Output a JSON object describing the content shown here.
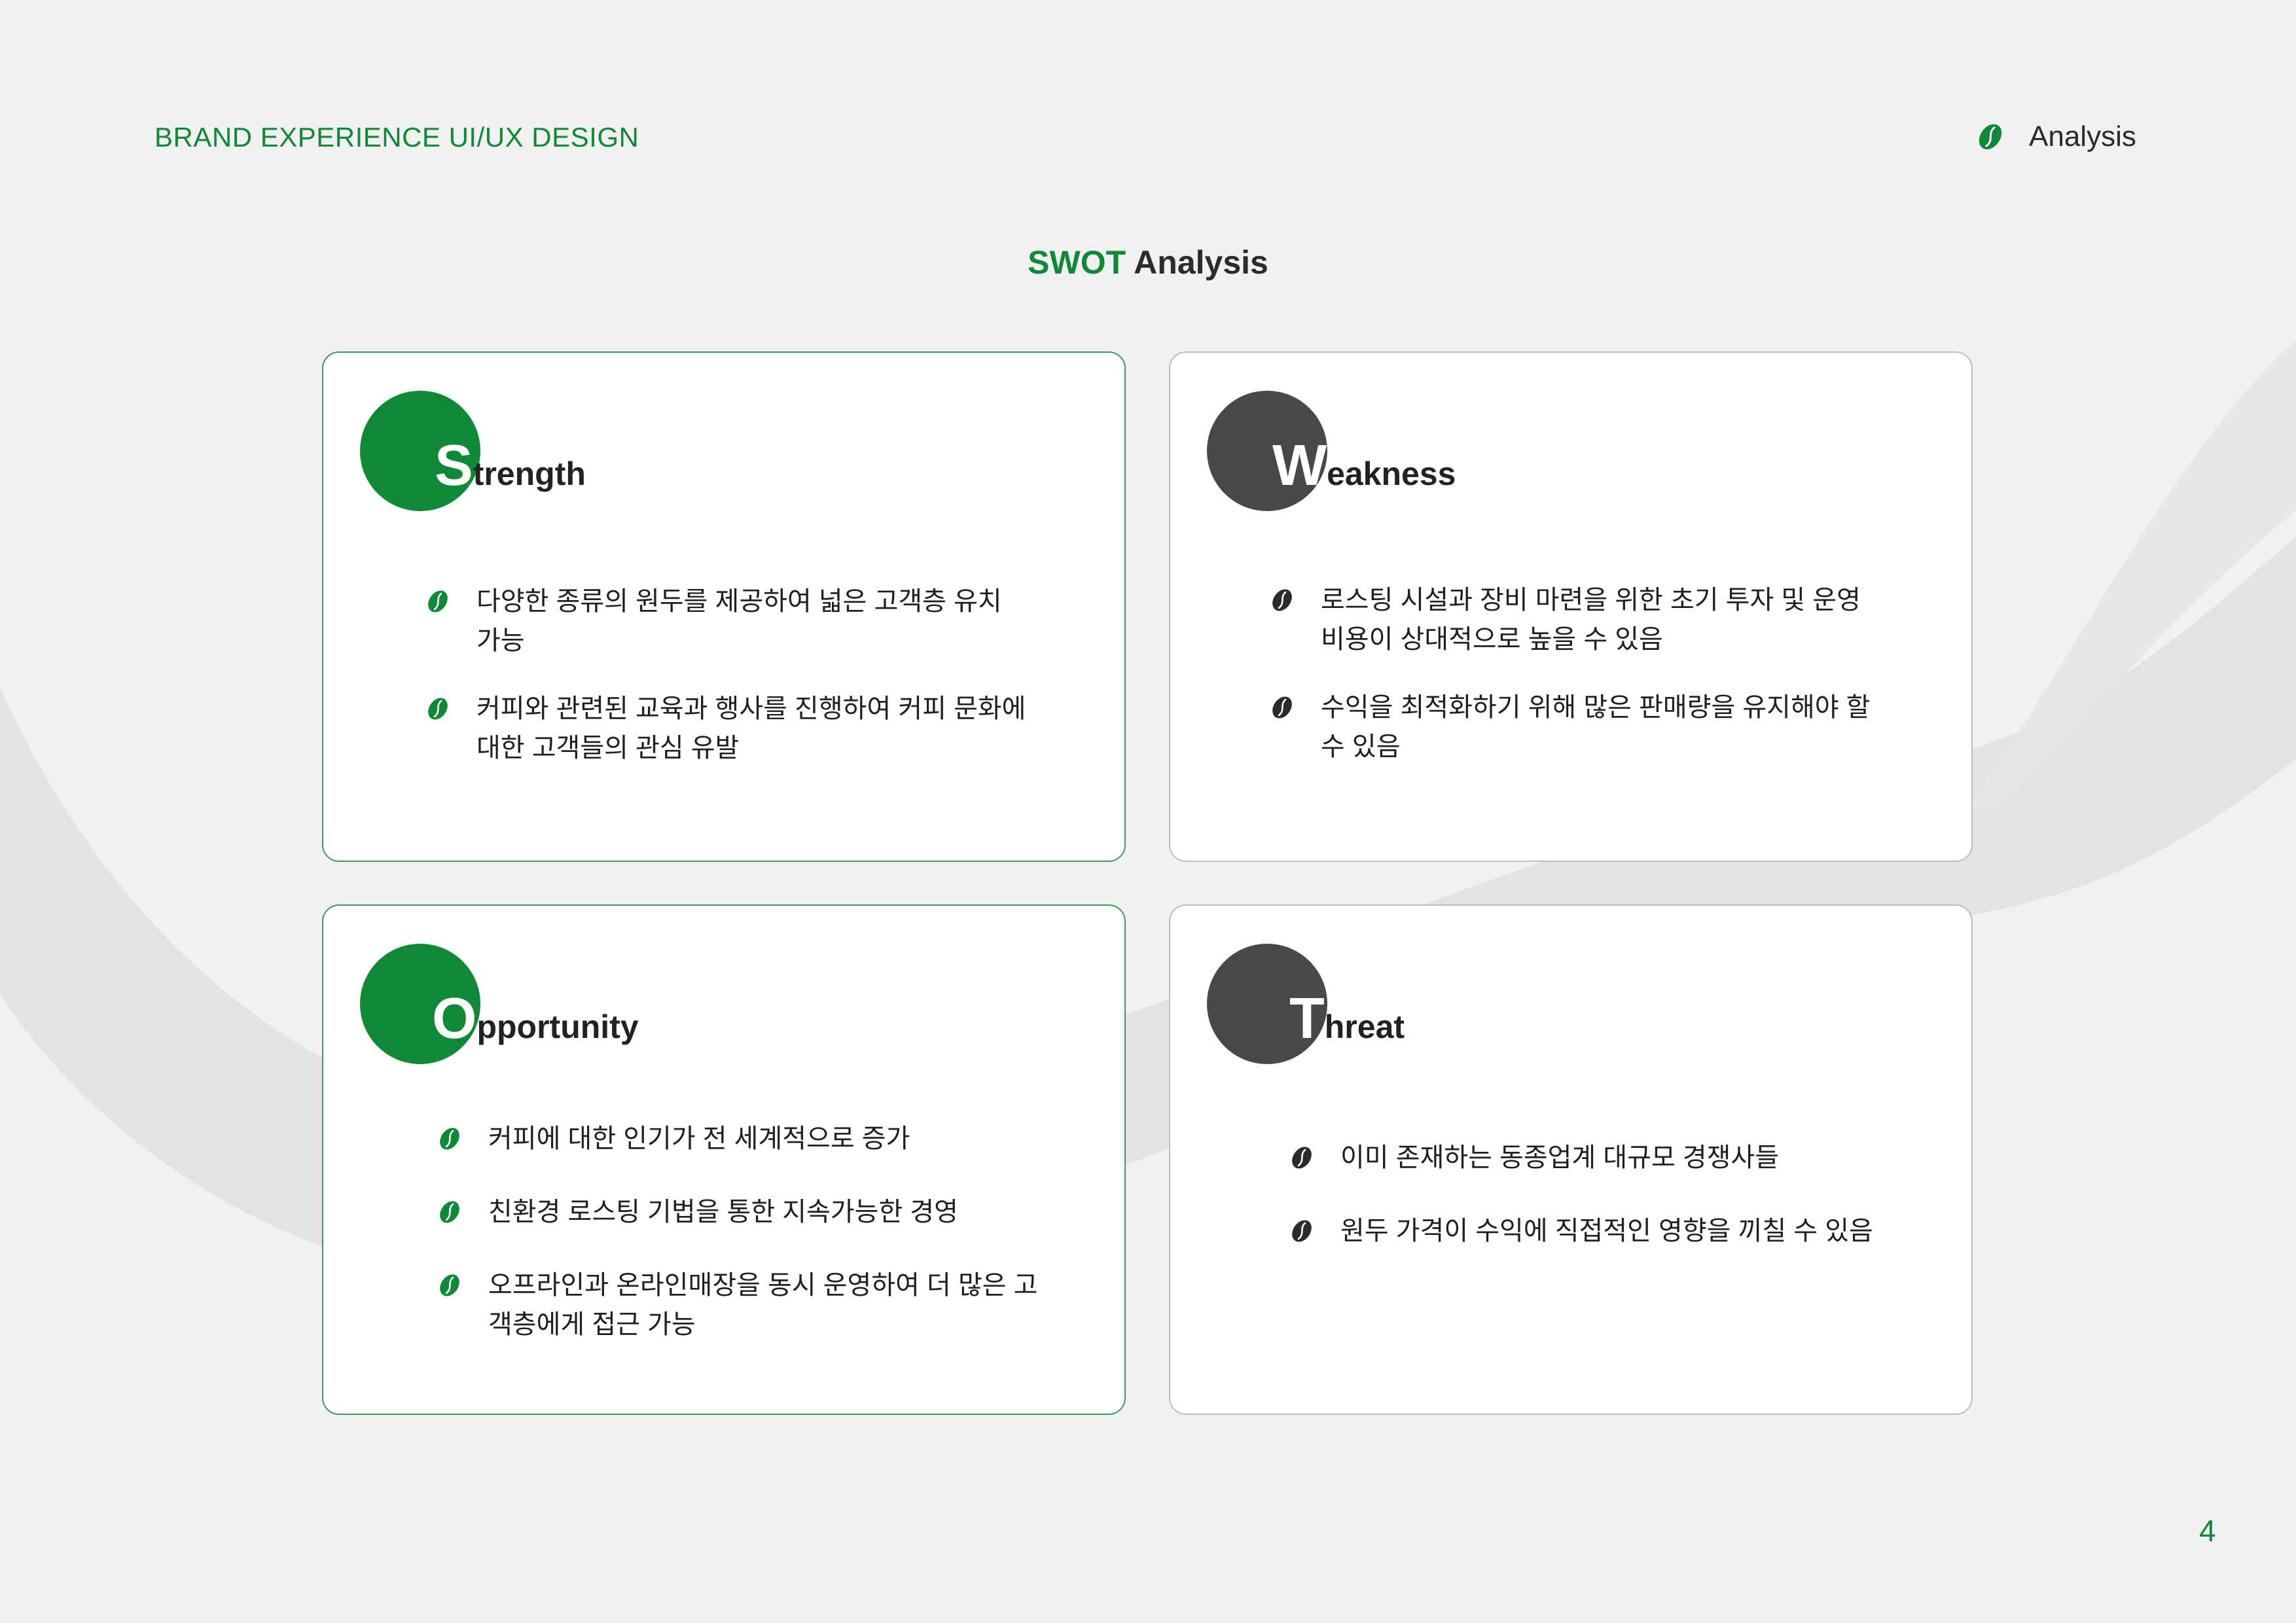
{
  "header": {
    "brand_title": "BRAND EXPERIENCE UI/UX DESIGN",
    "section_label": "Analysis",
    "section_icon": "coffee-bean-icon"
  },
  "heading": {
    "accent": "SWOT",
    "rest": " Analysis"
  },
  "colors": {
    "accent_green": "#0e8a37",
    "dark_badge": "#48474a"
  },
  "cards": {
    "strength": {
      "letter": "S",
      "title_rest": "trength",
      "bullets": [
        "다양한 종류의 원두를 제공하여 넓은 고객층 유치 가능",
        "커피와 관련된 교육과 행사를 진행하여 커피 문화에 대한 고객들의 관심 유발"
      ]
    },
    "weakness": {
      "letter": "W",
      "title_rest": "eakness",
      "bullets": [
        "로스팅 시설과 장비 마련을 위한 초기 투자 및 운영 비용이 상대적으로 높을 수 있음",
        "수익을 최적화하기 위해 많은 판매량을 유지해야 할 수 있음"
      ]
    },
    "opportunity": {
      "letter": "O",
      "title_rest": "pportunity",
      "bullets": [
        "커피에 대한 인기가 전 세계적으로 증가",
        "친환경 로스팅 기법을 통한 지속가능한 경영",
        "오프라인과 온라인매장을 동시 운영하여 더 많은 고객층에게 접근 가능"
      ]
    },
    "threat": {
      "letter": "T",
      "title_rest": "hreat",
      "bullets": [
        "이미 존재하는 동종업계 대규모 경쟁사들",
        "원두 가격이 수익에 직접적인 영향을 끼칠 수 있음"
      ]
    }
  },
  "page_number": "4"
}
